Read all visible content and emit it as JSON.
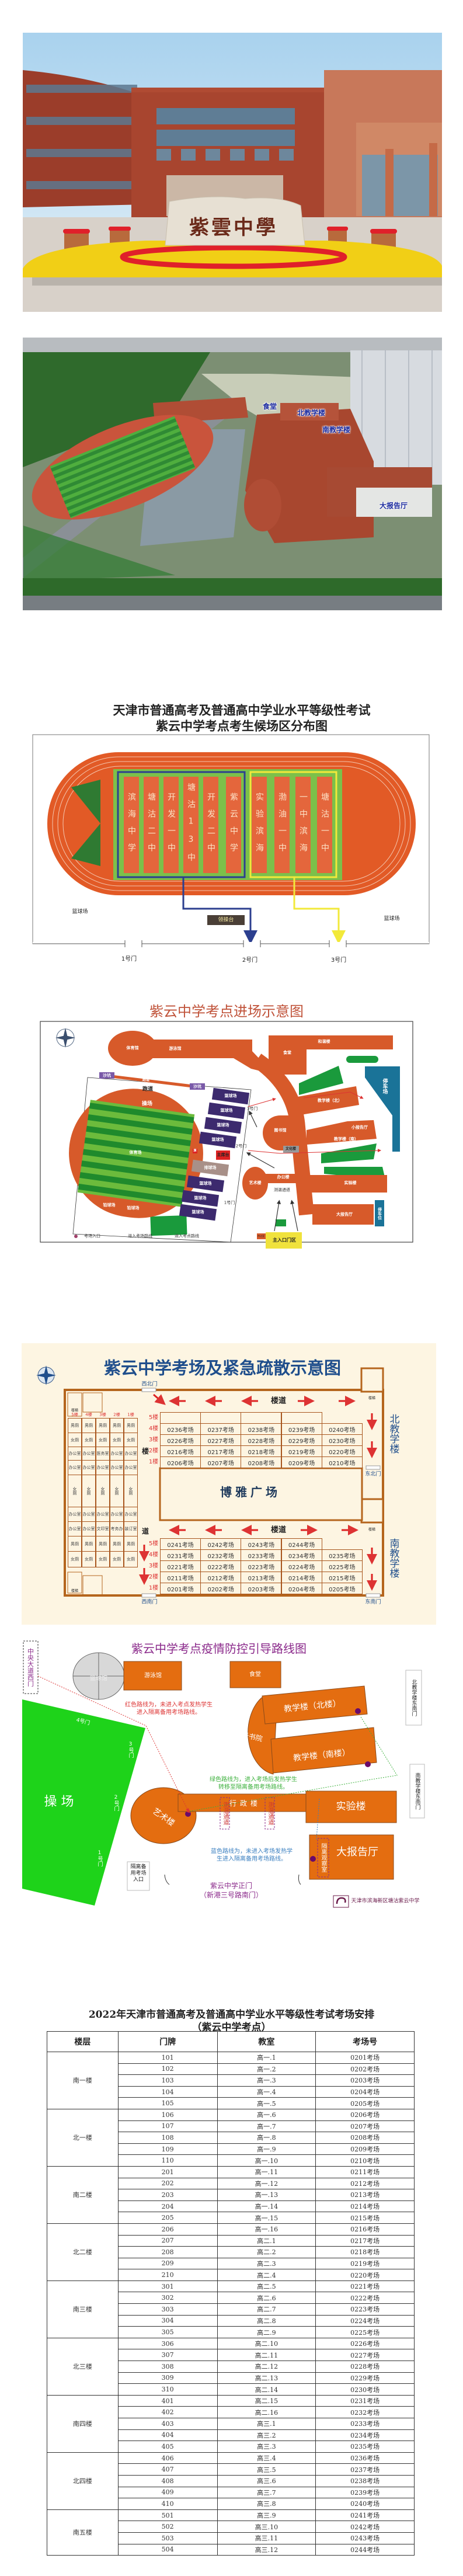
{
  "photo_gate": {
    "stone_text": "紫雲中學"
  },
  "photo_aerial": {
    "labels": {
      "canteen": "食堂",
      "north_building": "北教学楼",
      "south_building": "南教学楼",
      "auditorium": "大报告厅"
    }
  },
  "waiting_map": {
    "title_line1": "天津市普通高考及普通高中学业水平等级性考试",
    "title_line2": "紫云中学考点考生候场区分布图",
    "lanes": [
      "滨海中学",
      "塘沽二中",
      "开发一中",
      "塘沽13中",
      "开发二中",
      "紫云中学",
      "实验滨海",
      "渤油一中",
      "一中滨海",
      "塘沽一中"
    ],
    "stage": "领操台",
    "court_left": "篮球场",
    "court_right": "篮球场",
    "gates": [
      "1号门",
      "2号门",
      "3号门"
    ]
  },
  "entry_map": {
    "title": "紫云中学考点进场示意图",
    "gym": "体育馆",
    "pool": "游泳馆",
    "sandpit_1": "沙坑",
    "sandpit_2": "沙坑",
    "runway": "跑道",
    "track": "跑道",
    "field": "操场",
    "stadium": "体育场",
    "shotput_1": "铅球场",
    "shotput_2": "铅球场",
    "courts": [
      "篮球场",
      "篮球场",
      "篮球场",
      "篮球场",
      "排球场",
      "篮球场",
      "篮球场",
      "篮球场"
    ],
    "flag": "旗",
    "podium": "主席台",
    "gate3": "3号门",
    "gate2": "2号门",
    "gate1": "1号门",
    "harmony": "和谐楼",
    "canteen": "食堂",
    "parking": "停车场",
    "north_building": "教学楼（北）",
    "library": "图书馆",
    "culture": "文化楼",
    "small_hall": "小报告厅",
    "south_building": "教学楼（南）",
    "office": "办公楼",
    "art": "艺术楼",
    "temp_channel": "测温通道",
    "lab": "实验楼",
    "auditorium": "大报告厅",
    "parking_spot": "停车位",
    "main_gate": "主入口门区",
    "guard": "传达室",
    "legend": [
      "考场入口",
      "进入考场路线",
      "进入考点路线"
    ]
  },
  "evac_map": {
    "title": "紫云中学考场及紧急疏散示意图",
    "gates": {
      "northwest": "西北门",
      "northeast": "东北门",
      "southwest": "西南门",
      "southeast": "东南门"
    },
    "stairs": "楼梯",
    "corridor": "楼道",
    "corridor_v1": "楼",
    "corridor_v2": "道",
    "plaza": "博雅广场",
    "north_building": "北教学楼",
    "south_building": "南教学楼",
    "side_floors": [
      "5楼",
      "4楼",
      "3楼",
      "2楼",
      "1楼"
    ],
    "side_rows": [
      [
        "男厕",
        "男厕",
        "男厕",
        "男厕",
        "男厕"
      ],
      [
        "女厕",
        "女厕",
        "女厕",
        "女厕",
        "女厕"
      ],
      [
        "办公室",
        "办公室",
        "医务室",
        "办公室",
        "办公室"
      ],
      [
        "办公室",
        "办公室",
        "办公室",
        "办公室",
        "办公室"
      ],
      [
        "女厕",
        "女厕",
        "女厕",
        "女厕",
        "女厕"
      ],
      [
        "办公室",
        "办公室",
        "办公室",
        "办公室",
        "办公室"
      ],
      [
        "办公室",
        "办公室",
        "文印室",
        "考务办",
        "装订室"
      ],
      [
        "男厕",
        "男厕",
        "男厕",
        "男厕",
        "男厕"
      ],
      [
        "女厕",
        "女厕",
        "女厕",
        "女厕",
        "女厕"
      ]
    ],
    "north_floors": [
      {
        "label": "5楼",
        "rooms": []
      },
      {
        "label": "4楼",
        "rooms": [
          "0236考场",
          "0237考场",
          "0238考场",
          "0239考场",
          "0240考场"
        ]
      },
      {
        "label": "3楼",
        "rooms": [
          "0226考场",
          "0227考场",
          "0228考场",
          "0229考场",
          "0230考场"
        ]
      },
      {
        "label": "2楼",
        "rooms": [
          "0216考场",
          "0217考场",
          "0218考场",
          "0219考场",
          "0220考场"
        ]
      },
      {
        "label": "1楼",
        "rooms": [
          "0206考场",
          "0207考场",
          "0208考场",
          "0209考场",
          "0210考场"
        ]
      }
    ],
    "south_floors": [
      {
        "label": "5楼",
        "rooms": [
          "0241考场",
          "0242考场",
          "0243考场",
          "0244考场"
        ]
      },
      {
        "label": "4楼",
        "rooms": [
          "0231考场",
          "0232考场",
          "0233考场",
          "0234考场",
          "0235考场"
        ]
      },
      {
        "label": "3楼",
        "rooms": [
          "0221考场",
          "0222考场",
          "0223考场",
          "0224考场",
          "0225考场"
        ]
      },
      {
        "label": "2楼",
        "rooms": [
          "0211考场",
          "0212考场",
          "0213考场",
          "0214考场",
          "0215考场"
        ]
      },
      {
        "label": "1楼",
        "rooms": [
          "0201考场",
          "0202考场",
          "0203考场",
          "0204考场",
          "0205考场"
        ]
      }
    ]
  },
  "epidemic_map": {
    "title": "紫云中学考点疫情防控引导路线图",
    "west_gate": "中央大道西门",
    "basketball_hall": "篮球馆",
    "pool": "游泳馆",
    "canteen": "食堂",
    "field": "操 场",
    "gates": [
      "4号门",
      "3号门",
      "2号门",
      "1号门"
    ],
    "red_note_1": "红色路线为，未进入考点发热学生",
    "red_note_2": "进入隔离备用考场路线。",
    "north_building": "教学楼（北楼）",
    "academy": "祥云书院",
    "south_building": "教学楼（南楼）",
    "green_note_1": "绿色路线为，进入考场后发热学生",
    "green_note_2": "转移至隔离备用考场路线。",
    "north_se_gate": "北教学楼东南门",
    "south_se_gate": "南教学楼东南门",
    "art": "艺术楼",
    "admin": "行政楼",
    "temp_channel": "测温通道",
    "lab": "实验楼",
    "auditorium": "大报告厅",
    "isolation_room": "隔离观察室",
    "blue_note_1": "蓝色路线为，未进入考场发热学",
    "blue_note_2": "生进入隔离备用考场路线。",
    "backup_entry": "隔离备用考场入口",
    "main_gate_1": "紫云中学正门",
    "main_gate_2": "（新港三号路南门）",
    "school_name": "天津市滨海新区塘沽紫云中学"
  },
  "schedule": {
    "title_line1": "2022年天津市普通高考及普通高中学业水平等级性考试考场安排",
    "title_line2": "（紫云中学考点）",
    "headers": [
      "楼层",
      "门牌",
      "教室",
      "考场号"
    ],
    "groups": [
      {
        "floor": "南一楼",
        "rows": [
          [
            "101",
            "高一.1",
            "0201考场"
          ],
          [
            "102",
            "高一.2",
            "0202考场"
          ],
          [
            "103",
            "高一.3",
            "0203考场"
          ],
          [
            "104",
            "高一.4",
            "0204考场"
          ],
          [
            "105",
            "高一.5",
            "0205考场"
          ]
        ]
      },
      {
        "floor": "北一楼",
        "rows": [
          [
            "106",
            "高一.6",
            "0206考场"
          ],
          [
            "107",
            "高一.7",
            "0207考场"
          ],
          [
            "108",
            "高一.8",
            "0208考场"
          ],
          [
            "109",
            "高一.9",
            "0209考场"
          ],
          [
            "110",
            "高一.10",
            "0210考场"
          ]
        ]
      },
      {
        "floor": "南二楼",
        "rows": [
          [
            "201",
            "高一.11",
            "0211考场"
          ],
          [
            "202",
            "高一.12",
            "0212考场"
          ],
          [
            "203",
            "高一.13",
            "0213考场"
          ],
          [
            "204",
            "高一.14",
            "0214考场"
          ],
          [
            "205",
            "高一.15",
            "0215考场"
          ]
        ]
      },
      {
        "floor": "北二楼",
        "rows": [
          [
            "206",
            "高一.16",
            "0216考场"
          ],
          [
            "207",
            "高二.1",
            "0217考场"
          ],
          [
            "208",
            "高二.2",
            "0218考场"
          ],
          [
            "209",
            "高二.3",
            "0219考场"
          ],
          [
            "210",
            "高二.4",
            "0220考场"
          ]
        ]
      },
      {
        "floor": "南三楼",
        "rows": [
          [
            "301",
            "高二.5",
            "0221考场"
          ],
          [
            "302",
            "高二.6",
            "0222考场"
          ],
          [
            "303",
            "高二.7",
            "0223考场"
          ],
          [
            "304",
            "高二.8",
            "0224考场"
          ],
          [
            "305",
            "高二.9",
            "0225考场"
          ]
        ]
      },
      {
        "floor": "北三楼",
        "rows": [
          [
            "306",
            "高二.10",
            "0226考场"
          ],
          [
            "307",
            "高二.11",
            "0227考场"
          ],
          [
            "308",
            "高二.12",
            "0228考场"
          ],
          [
            "309",
            "高二.13",
            "0229考场"
          ],
          [
            "310",
            "高二.14",
            "0230考场"
          ]
        ]
      },
      {
        "floor": "南四楼",
        "rows": [
          [
            "401",
            "高二.15",
            "0231考场"
          ],
          [
            "402",
            "高二.16",
            "0232考场"
          ],
          [
            "403",
            "高三.1",
            "0233考场"
          ],
          [
            "404",
            "高三.2",
            "0234考场"
          ],
          [
            "405",
            "高三.3",
            "0235考场"
          ]
        ]
      },
      {
        "floor": "北四楼",
        "rows": [
          [
            "406",
            "高三.4",
            "0236考场"
          ],
          [
            "407",
            "高三.5",
            "0237考场"
          ],
          [
            "408",
            "高三.6",
            "0238考场"
          ],
          [
            "409",
            "高三.7",
            "0239考场"
          ],
          [
            "410",
            "高三.8",
            "0240考场"
          ]
        ]
      },
      {
        "floor": "南五楼",
        "rows": [
          [
            "501",
            "高三.9",
            "0241考场"
          ],
          [
            "502",
            "高三.10",
            "0242考场"
          ],
          [
            "503",
            "高三.11",
            "0243考场"
          ],
          [
            "504",
            "高三.12",
            "0244考场"
          ]
        ]
      }
    ]
  }
}
